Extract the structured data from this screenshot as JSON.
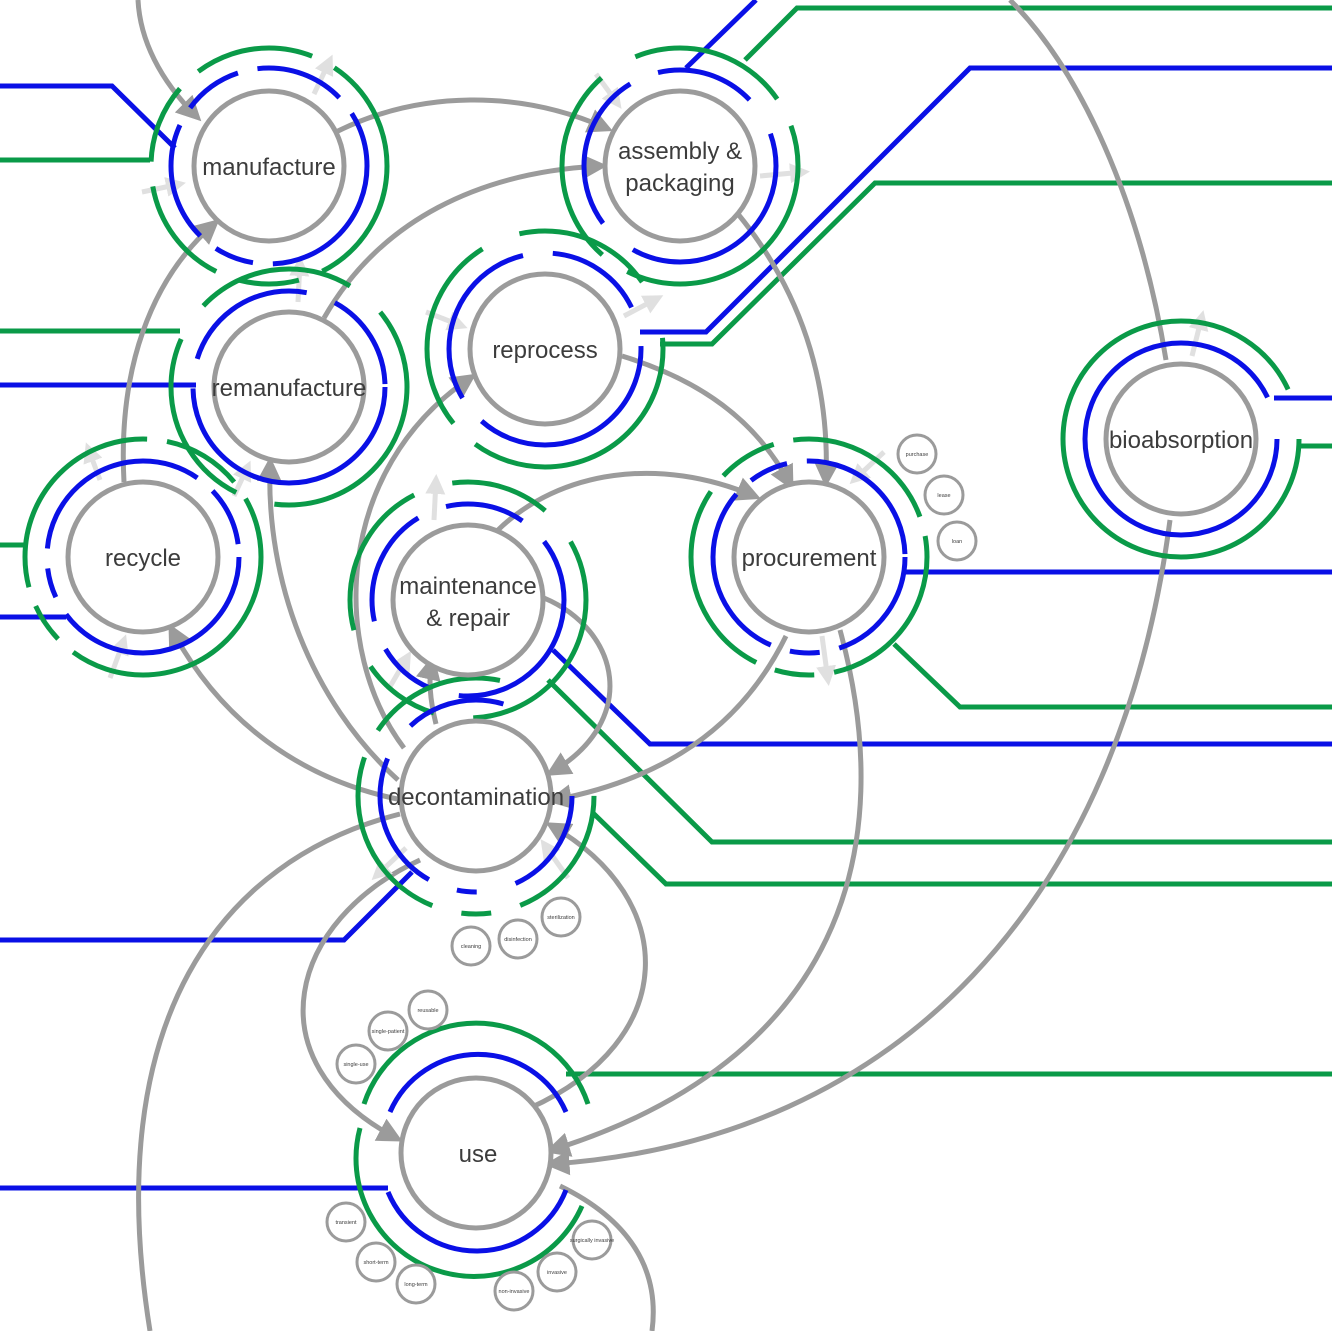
{
  "colors": {
    "blue": "#0a10e6",
    "green": "#0a9a48",
    "gray": "#9b9b9b",
    "light_gray": "#e0e0e0",
    "text": "#3c3c3c"
  },
  "nodes": {
    "manufacture": {
      "lines": [
        "manufacture"
      ]
    },
    "assembly": {
      "lines": [
        "assembly &",
        "packaging"
      ]
    },
    "remanufacture": {
      "lines": [
        "remanufacture"
      ]
    },
    "reprocess": {
      "lines": [
        "reprocess"
      ]
    },
    "recycle": {
      "lines": [
        "recycle"
      ]
    },
    "maintenance": {
      "lines": [
        "maintenance",
        "& repair"
      ]
    },
    "procurement": {
      "lines": [
        "procurement"
      ]
    },
    "bioabsorption": {
      "lines": [
        "bioabsorption"
      ]
    },
    "decontamination": {
      "lines": [
        "decontamination"
      ]
    },
    "use": {
      "lines": [
        "use"
      ]
    }
  },
  "procurement_tags": [
    "purchase",
    "lease",
    "loan"
  ],
  "decontamination_tags": [
    "cleaning",
    "disinfection",
    "sterilization"
  ],
  "use_tags_top": [
    "reusable",
    "single-patient",
    "single-use"
  ],
  "use_tags_bottom": [
    "transient",
    "short-term",
    "long-term",
    "non-invasive",
    "invasive",
    "surgically invasive"
  ]
}
